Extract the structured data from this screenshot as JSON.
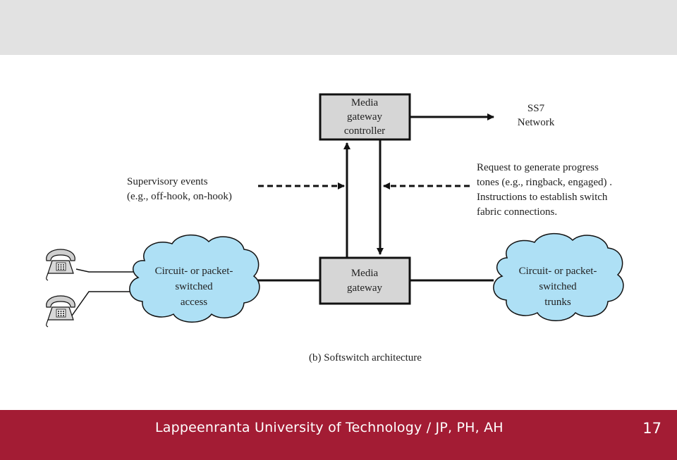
{
  "diagram": {
    "mgc_label": [
      "Media",
      "gateway",
      "controller"
    ],
    "mg_label": [
      "Media",
      "gateway"
    ],
    "ss7_label": [
      "SS7",
      "Network"
    ],
    "supervisory_label": [
      "Supervisory events",
      "(e.g., off-hook, on-hook)"
    ],
    "request_label": [
      "Request to generate progress",
      "tones (e.g., ringback, engaged) .",
      "Instructions to establish switch",
      "fabric connections."
    ],
    "access_cloud_label": [
      "Circuit- or packet-",
      "switched",
      "access"
    ],
    "trunks_cloud_label": [
      "Circuit- or packet-",
      "switched",
      "trunks"
    ],
    "caption": "(b) Softswitch architecture"
  },
  "footer": {
    "text": "Lappeenranta University of Technology / JP, PH, AH",
    "page_number": "17"
  },
  "colors": {
    "footer_bg": "#a31c34",
    "top_band": "#e2e2e2",
    "box_fill": "#d6d6d6",
    "cloud_fill": "#aee0f5"
  }
}
